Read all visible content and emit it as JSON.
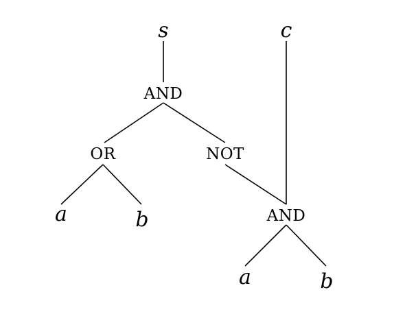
{
  "diagram": {
    "nodes": {
      "s": "s",
      "c": "c",
      "and_top": "AND",
      "or": "OR",
      "not": "NOT",
      "and_bottom": "AND",
      "a_left": "a",
      "b_left": "b",
      "a_right": "a",
      "b_right": "b"
    },
    "edges": [
      [
        "s",
        "and_top"
      ],
      [
        "and_top",
        "or"
      ],
      [
        "and_top",
        "not"
      ],
      [
        "or",
        "a_left"
      ],
      [
        "or",
        "b_left"
      ],
      [
        "not",
        "and_bottom"
      ],
      [
        "c",
        "and_bottom"
      ],
      [
        "and_bottom",
        "a_right"
      ],
      [
        "and_bottom",
        "b_right"
      ]
    ]
  }
}
